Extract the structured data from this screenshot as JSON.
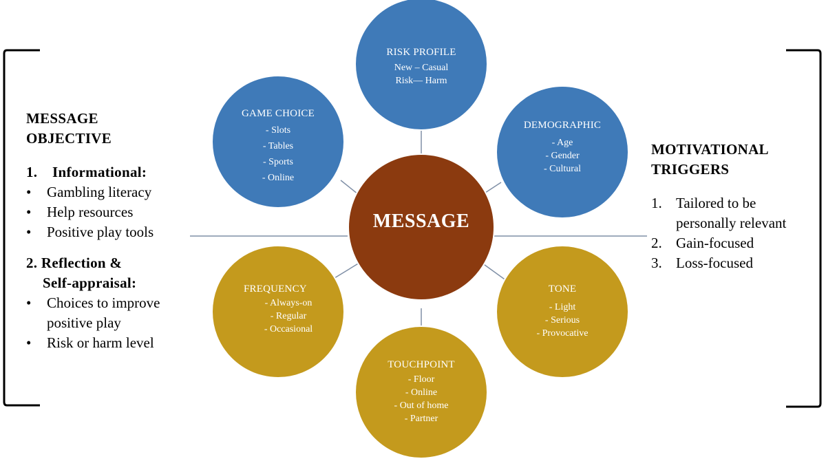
{
  "center": {
    "label": "MESSAGE"
  },
  "nodes": [
    {
      "id": "risk-profile",
      "title": "RISK PROFILE",
      "items": [
        "New – Casual",
        "Risk— Harm"
      ],
      "color": "#3f7ab8"
    },
    {
      "id": "demographic",
      "title": "DEMOGRAPHIC",
      "items": [
        "- Age",
        "- Gender",
        "- Cultural"
      ],
      "color": "#3f7ab8"
    },
    {
      "id": "tone",
      "title": "TONE",
      "items": [
        "- Light",
        "- Serious",
        "- Provocative"
      ],
      "color": "#c49a1d"
    },
    {
      "id": "touchpoint",
      "title": "TOUCHPOINT",
      "items": [
        "- Floor",
        "- Online",
        "- Out of home",
        "- Partner"
      ],
      "color": "#c49a1d"
    },
    {
      "id": "frequency",
      "title": "FREQUENCY",
      "items": [
        "- Always-on",
        "- Regular",
        "- Occasional"
      ],
      "color": "#c49a1d"
    },
    {
      "id": "game-choice",
      "title": "GAME CHOICE",
      "items": [
        "- Slots",
        "- Tables",
        "- Sports",
        "- Online"
      ],
      "color": "#3f7ab8"
    }
  ],
  "colors": {
    "center": "#8b3a0f",
    "blue": "#3f7ab8",
    "gold": "#c49a1d",
    "connector": "#7f8fa6",
    "bracket": "#000000"
  },
  "left_panel": {
    "heading_line1": "MESSAGE",
    "heading_line2": "OBJECTIVE",
    "section1_number": "1.",
    "section1_title": "Informational:",
    "section1_items": [
      "Gambling literacy",
      "Help resources",
      "Positive play tools"
    ],
    "section2_title_line1": "2. Reflection &",
    "section2_title_line2": "Self-appraisal:",
    "section2_items": [
      [
        "Choices to improve",
        "positive play"
      ],
      [
        "Risk or harm level"
      ]
    ],
    "bullet": "•"
  },
  "right_panel": {
    "heading_line1": "MOTIVATIONAL",
    "heading_line2": "TRIGGERS",
    "items": [
      {
        "num": "1.",
        "lines": [
          "Tailored to be",
          "personally relevant"
        ]
      },
      {
        "num": "2.",
        "lines": [
          "Gain-focused"
        ]
      },
      {
        "num": "3.",
        "lines": [
          "Loss-focused"
        ]
      }
    ]
  }
}
